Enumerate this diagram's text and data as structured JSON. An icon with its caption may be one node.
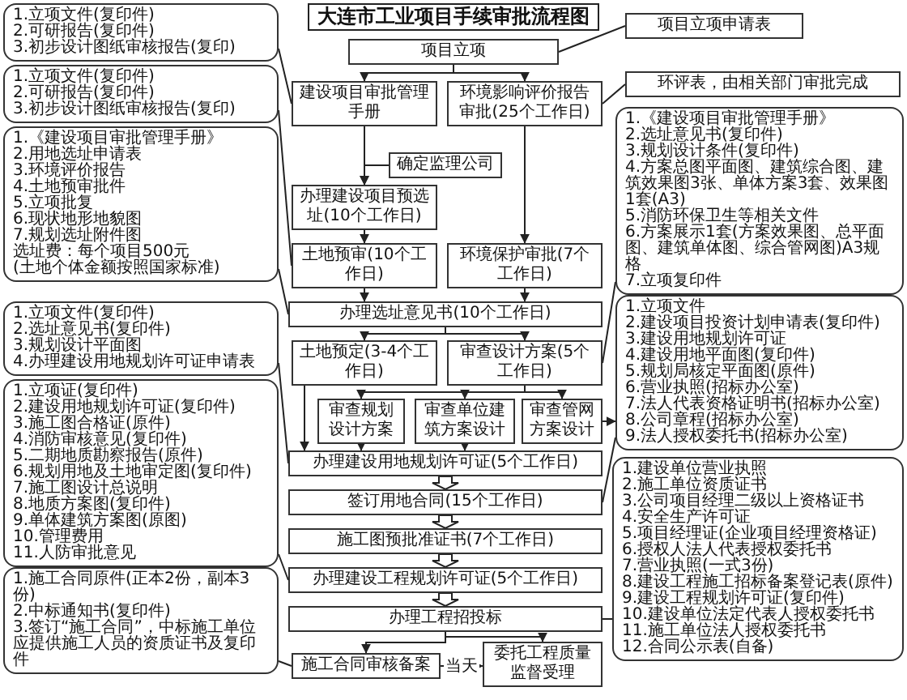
{
  "diagram": {
    "title": "大连市工业项目手续审批流程图",
    "nodes": [
      {
        "text": [
          "项目立项"
        ]
      },
      {
        "text": [
          "项目立项申请表"
        ]
      },
      {
        "text": [
          "1.立项文件(复印件)",
          "2.可研报告(复印件)",
          "3.初步设计图纸审核报告(复印)"
        ]
      },
      {
        "text": [
          "建设项目审批管理手册"
        ]
      },
      {
        "text": [
          "环境影响评价报告审批(25个工作日)"
        ]
      },
      {
        "text": [
          "环评表，由相关部门审批完成"
        ]
      },
      {
        "text": [
          "确定监理公司"
        ]
      },
      {
        "text": [
          "1.立项文件(复印件)",
          "2.可研报告(复印件)",
          "3.初步设计图纸审核报告(复印)"
        ]
      },
      {
        "text": [
          "办理建设项目预选址(10个工作日)"
        ]
      },
      {
        "text": [
          "土地预审(10个工作日)"
        ]
      },
      {
        "text": [
          "环境保护审批(7个工作日)"
        ]
      },
      {
        "text": [
          "1.《建设项目审批管理手册》",
          "2.用地选址申请表",
          "3.环境评价报告",
          "4.土地预审批件",
          "5.立项批复",
          "6.现状地形地貌图",
          "7.规划选址附件图",
          "选址费：每个项目500元",
          "(土地个体金额按照国家标准)"
        ]
      },
      {
        "text": [
          "1.《建设项目审批管理手册》",
          "2.选址意见书(复印件)",
          "3.规划设计条件(复印件)",
          "4.方案总图平面图、建筑综合图、建筑效果图3张、单体方案3套、效果图1套(A3)",
          "5.消防环保卫生等相关文件",
          "6.方案展示1套(方案效果图、总平面图、建筑单体图、综合管网图)A3规格",
          "7.立项复印件"
        ]
      },
      {
        "text": [
          "办理选址意见书(10个工作日)"
        ]
      },
      {
        "text": [
          "土地预定(3-4个工作日)"
        ]
      },
      {
        "text": [
          "审查设计方案(5个工作日)"
        ]
      },
      {
        "text": [
          "1.立项文件(复印件)",
          "2.选址意见书(复印件)",
          "3.规划设计平面图",
          "4.办理建设用地规划许可证申请表"
        ]
      },
      {
        "text": [
          "审查规划设计方案"
        ]
      },
      {
        "text": [
          "审查单位建筑方案设计"
        ]
      },
      {
        "text": [
          "审查管网方案设计"
        ]
      },
      {
        "text": [
          "1.立项文件",
          "2.建设项目投资计划申请表(复印件)",
          "3.建设用地规划许可证",
          "4.建设用地平面图(复印件)",
          "5.规划局核定平面图(原件)",
          "6.营业执照(招标办公室)",
          "7.法人代表资格证明书(招标办公室)",
          "8.公司章程(招标办公室)",
          "9.法人授权委托书(招标办公室)"
        ]
      },
      {
        "text": [
          "办理建设用地规划许可证(5个工作日)"
        ]
      },
      {
        "text": [
          "1.立项证(复印件)",
          "2.建设用地规划许可证(复印件)",
          "3.施工图合格证(原件)",
          "4.消防审核意见(复印件)",
          "5.二期地质勘察报告(原件)",
          "6.规划用地及土地审定图(复印件)",
          "7.施工图设计总说明",
          "8.地质方案图(复印件)",
          "9.单体建筑方案图(原图)",
          "10.管理费用",
          "11.人防审批意见"
        ]
      },
      {
        "text": [
          "签订用地合同(15个工作日)"
        ]
      },
      {
        "text": [
          "施工图预批准证书(7个工作日)"
        ]
      },
      {
        "text": [
          "1.建设单位营业执照",
          "2.施工单位资质证书",
          "3.公司项目经理二级以上资格证书",
          "4.安全生产许可证",
          "5.项目经理证(企业项目经理资格证)",
          "6.授权人法人代表授权委托书",
          "7.营业执照(一式3份)",
          "8.建设工程施工招标备案登记表(原件)",
          "9.建设工程规划许可证(复印件)",
          "10.建设单位法定代表人授权委托书",
          "11.施工单位法人授权委托书",
          "12.合同公示表(自备)"
        ]
      },
      {
        "text": [
          "办理建设工程规划许可证(5个工作日)"
        ]
      },
      {
        "text": [
          "1.施工合同原件(正本2份，副本3份)",
          "2.中标通知书(复印件)",
          "3.签订“施工合同”，中标施工单位应提供施工人员的资质证书及复印件"
        ]
      },
      {
        "text": [
          "办理工程招投标"
        ]
      },
      {
        "text": [
          "施工合同审核备案"
        ]
      },
      {
        "text": [
          "委托工程质量监督受理"
        ]
      }
    ],
    "edges": [
      {
        "from": 0,
        "to": 3,
        "arrow": "to"
      },
      {
        "from": 0,
        "to": 4,
        "arrow": "to"
      },
      {
        "from": 3,
        "to": 8,
        "arrow": "to"
      },
      {
        "from": 6,
        "to": 8,
        "arrow": "to"
      },
      {
        "from": 8,
        "to": 9,
        "arrow": "to"
      },
      {
        "from": 4,
        "to": 10,
        "arrow": "to"
      },
      {
        "from": 9,
        "to": 13,
        "arrow": "to"
      },
      {
        "from": 10,
        "to": 13,
        "arrow": "to"
      },
      {
        "from": 13,
        "to": 14,
        "arrow": "to"
      },
      {
        "from": 13,
        "to": 15,
        "arrow": "to"
      },
      {
        "from": 15,
        "to": 17,
        "arrow": "to"
      },
      {
        "from": 15,
        "to": 18,
        "arrow": "to"
      },
      {
        "from": 15,
        "to": 19,
        "arrow": "to"
      },
      {
        "from": 14,
        "to": 21,
        "arrow": "to"
      },
      {
        "from": 17,
        "to": 21,
        "arrow": "to"
      },
      {
        "from": 18,
        "to": 21,
        "arrow": "to"
      },
      {
        "from": 19,
        "to": 20,
        "arrow": "to"
      },
      {
        "from": 21,
        "to": 23,
        "arrow": "to",
        "style": "thick"
      },
      {
        "from": 23,
        "to": 24,
        "arrow": "to",
        "style": "thick"
      },
      {
        "from": 24,
        "to": 26,
        "arrow": "to",
        "style": "thick"
      },
      {
        "from": 26,
        "to": 28,
        "arrow": "to",
        "style": "thick"
      },
      {
        "from": 28,
        "to": 29,
        "arrow": "to"
      },
      {
        "from": 28,
        "to": 30,
        "arrow": "to"
      },
      {
        "from": 29,
        "to": 30,
        "arrow": "to",
        "label": "当天"
      },
      {
        "from": 1,
        "to": 0,
        "arrow": "none"
      },
      {
        "from": 2,
        "to": 3,
        "arrow": "none"
      },
      {
        "from": 5,
        "to": 4,
        "arrow": "none"
      },
      {
        "from": 7,
        "to": 9,
        "arrow": "none"
      },
      {
        "from": 11,
        "to": 13,
        "arrow": "none"
      },
      {
        "from": 12,
        "to": 15,
        "arrow": "none"
      },
      {
        "from": 16,
        "to": 21,
        "arrow": "none"
      },
      {
        "from": 20,
        "to": 23,
        "arrow": "none"
      },
      {
        "from": 22,
        "to": 26,
        "arrow": "none"
      },
      {
        "from": 25,
        "to": 28,
        "arrow": "none"
      },
      {
        "from": 27,
        "to": 29,
        "arrow": "none"
      }
    ]
  }
}
